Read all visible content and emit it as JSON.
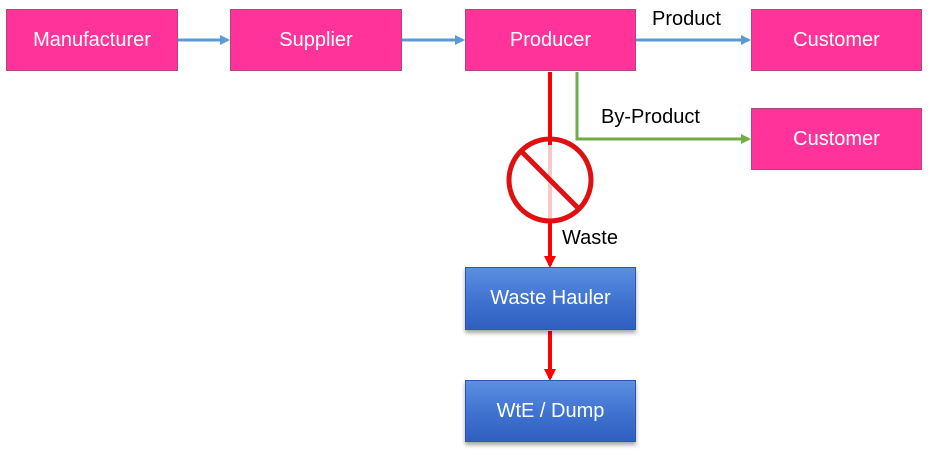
{
  "nodes": {
    "manufacturer": "Manufacturer",
    "supplier": "Supplier",
    "producer": "Producer",
    "customer_product": "Customer",
    "customer_byproduct": "Customer",
    "waste_hauler": "Waste Hauler",
    "wte_dump": "WtE / Dump"
  },
  "edge_labels": {
    "product": "Product",
    "by_product": "By-Product",
    "waste": "Waste"
  },
  "colors": {
    "node_pink": "#ff3399",
    "node_blue": "#3f72d0",
    "flow_blue": "#5b9bd5",
    "flow_green": "#70ad47",
    "flow_red": "#ff0000",
    "prohibit_red": "#e01010"
  },
  "icons": {
    "prohibit": "no-entry-circle-slash-icon"
  }
}
